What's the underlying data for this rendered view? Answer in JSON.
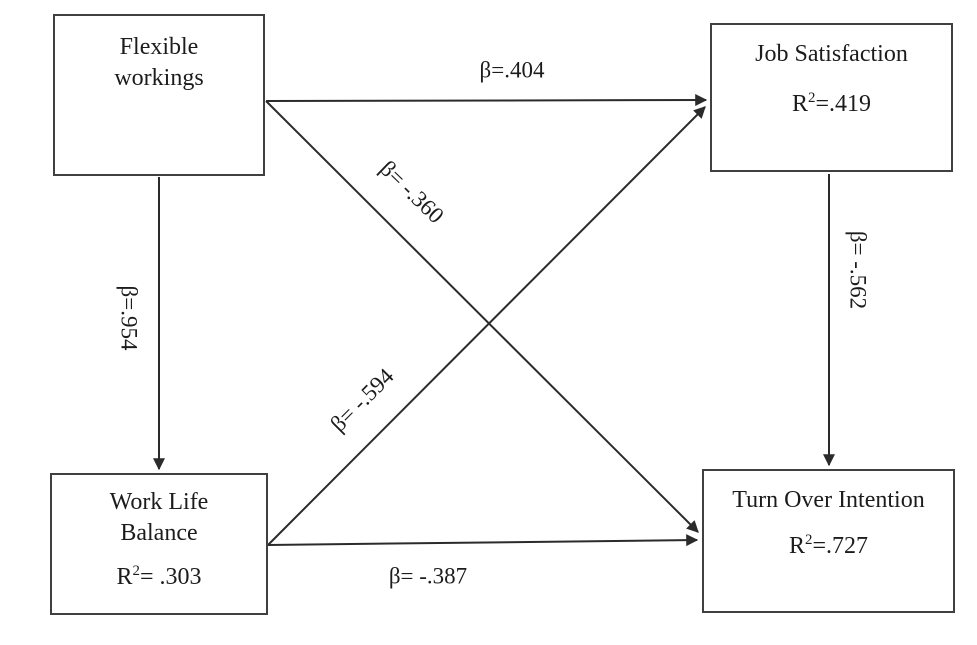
{
  "nodes": {
    "flexible_workings": {
      "line1": "Flexible",
      "line2": "workings"
    },
    "job_satisfaction": {
      "title": "Job Satisfaction",
      "r2_base": "R",
      "r2_sup": "2",
      "r2_value": "=.419"
    },
    "work_life_balance": {
      "line1": "Work Life",
      "line2": "Balance",
      "r2_base": "R",
      "r2_sup": "2",
      "r2_value": "= .303"
    },
    "turn_over_intention": {
      "title": "Turn Over Intention",
      "r2_base": "R",
      "r2_sup": "2",
      "r2_value": "=.727"
    }
  },
  "paths": {
    "fw_to_js": {
      "label": "β=.404"
    },
    "fw_to_wlb": {
      "label": "β=.954"
    },
    "fw_to_toi": {
      "label": "β= -.360"
    },
    "wlb_to_js": {
      "label": "β= -.594"
    },
    "wlb_to_toi": {
      "label": "β= -.387"
    },
    "js_to_toi": {
      "label": "β= -.562"
    }
  },
  "colors": {
    "line": "#2b2b2b",
    "box_border": "#404040",
    "text": "#1c1c1c",
    "background": "#ffffff"
  }
}
